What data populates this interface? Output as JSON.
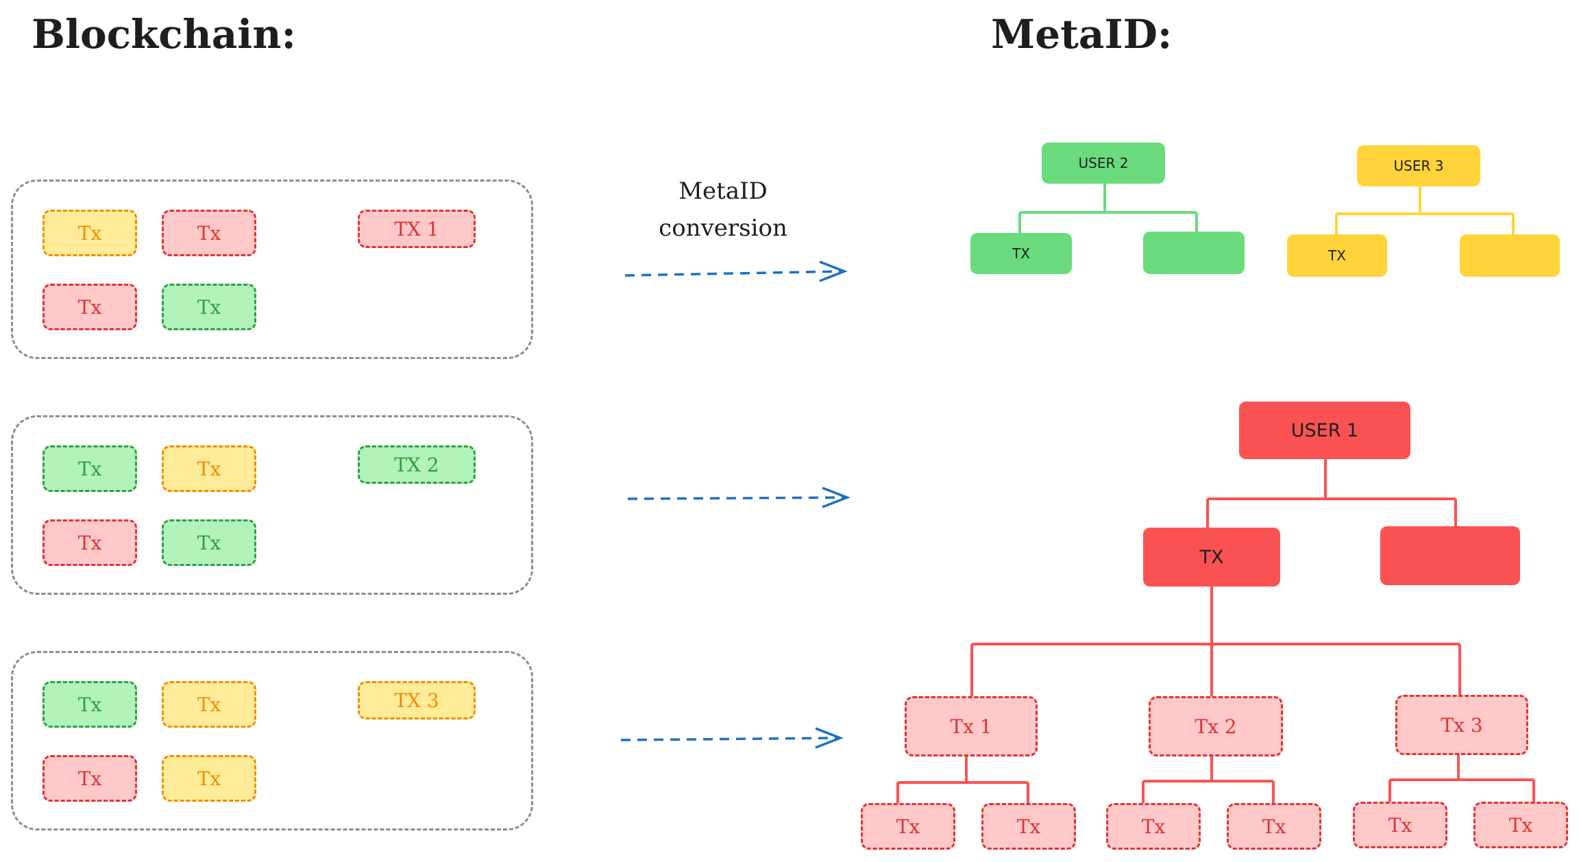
{
  "titles": {
    "blockchain": "Blockchain:",
    "metaid": "MetaID:"
  },
  "conversion_label": [
    "MetaID",
    "conversion"
  ],
  "blocks": [
    {
      "txs": [
        {
          "label": "Tx",
          "color": "yellow"
        },
        {
          "label": "Tx",
          "color": "red"
        },
        {
          "label": "TX 1",
          "color": "red"
        },
        {
          "label": "Tx",
          "color": "red"
        },
        {
          "label": "Tx",
          "color": "green"
        }
      ]
    },
    {
      "txs": [
        {
          "label": "Tx",
          "color": "green"
        },
        {
          "label": "Tx",
          "color": "yellow"
        },
        {
          "label": "TX 2",
          "color": "green"
        },
        {
          "label": "Tx",
          "color": "red"
        },
        {
          "label": "Tx",
          "color": "green"
        }
      ]
    },
    {
      "txs": [
        {
          "label": "Tx",
          "color": "green"
        },
        {
          "label": "Tx",
          "color": "yellow"
        },
        {
          "label": "TX 3",
          "color": "yellow"
        },
        {
          "label": "Tx",
          "color": "red"
        },
        {
          "label": "Tx",
          "color": "yellow"
        }
      ]
    }
  ],
  "trees": {
    "user2": {
      "root": "USER 2",
      "children": [
        "TX",
        ""
      ],
      "color": "#69db7c"
    },
    "user3": {
      "root": "USER 3",
      "children": [
        "TX",
        ""
      ],
      "color": "#ffd43b"
    },
    "user1": {
      "root": "USER 1",
      "color": "#fa5252",
      "children": [
        "TX",
        ""
      ],
      "grandchildren": [
        {
          "label": "Tx 1",
          "leaves": [
            "Tx",
            "Tx"
          ]
        },
        {
          "label": "Tx 2",
          "leaves": [
            "Tx",
            "Tx"
          ]
        },
        {
          "label": "Tx 3",
          "leaves": [
            "Tx",
            "Tx"
          ]
        }
      ]
    }
  },
  "colors": {
    "arrow": "#1971c2",
    "group_border": "#8a8d92",
    "green_line": "#69db7c",
    "yellow_line": "#ffd43b",
    "red_line": "#fa5252"
  }
}
